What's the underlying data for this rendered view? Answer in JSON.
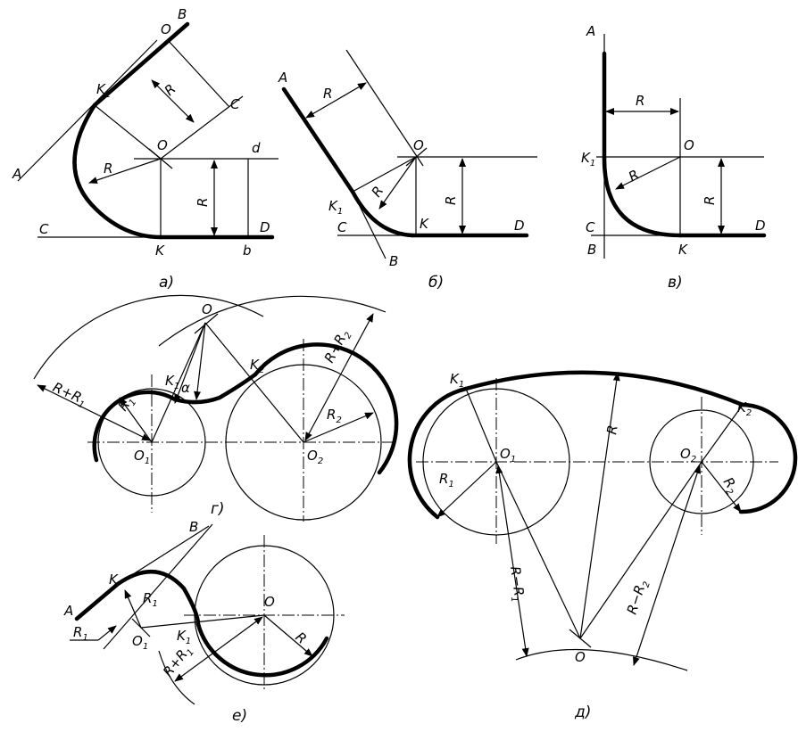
{
  "panels": {
    "a": {
      "caption": "а)",
      "labels": {
        "B": "B",
        "O_top": "O",
        "K1": "K",
        "K1_sub": "1",
        "R_diag": "R",
        "C_right": "C",
        "A": "A",
        "O": "O",
        "d": "d",
        "R_left": "R",
        "R_vert": "R",
        "C": "C",
        "D": "D",
        "K": "K",
        "b": "b"
      }
    },
    "b": {
      "caption": "б)",
      "labels": {
        "A": "A",
        "R": "R",
        "O": "O",
        "R_inner": "R",
        "R_vert": "R",
        "K1": "K",
        "K1_sub": "1",
        "C": "C",
        "K": "K",
        "D": "D",
        "B": "B"
      }
    },
    "v": {
      "caption": "в)",
      "labels": {
        "A": "A",
        "R_h": "R",
        "O": "O",
        "K1": "K",
        "K1_sub": "1",
        "R_inner": "R",
        "R_vert": "R",
        "C": "C",
        "B": "B",
        "K": "K",
        "D": "D"
      }
    },
    "g": {
      "caption": "г)",
      "labels": {
        "O": "O",
        "RR1": "R+R",
        "RR1_sub": "1",
        "RR2": "R+R",
        "RR2_sub": "2",
        "K1": "K",
        "K1_sub": "1",
        "alpha": "α",
        "K2": "K",
        "K2_sub": "2",
        "R1": "R",
        "R1_sub": "1",
        "R2": "R",
        "R2_sub": "2",
        "O1": "O",
        "O1_sub": "1",
        "O2": "O",
        "O2_sub": "2"
      }
    },
    "d": {
      "caption": "д)",
      "labels": {
        "K1": "K",
        "K1_sub": "1",
        "K2": "K",
        "K2_sub": "2",
        "R": "R",
        "O1": "O",
        "O1_sub": "1",
        "O2": "O",
        "O2_sub": "2",
        "R1": "R",
        "R1_sub": "1",
        "R2": "R",
        "R2_sub": "2",
        "RmR1": "R−R",
        "RmR1_sub": "1",
        "RmR2": "R−R",
        "RmR2_sub": "2",
        "O": "O"
      }
    },
    "e": {
      "caption": "е)",
      "labels": {
        "B": "B",
        "K": "K",
        "A": "A",
        "R1_top": "R",
        "R1_top_sub": "1",
        "O": "O",
        "R1_left": "R",
        "R1_left_sub": "1",
        "O1": "O",
        "O1_sub": "1",
        "K1": "K",
        "K1_sub": "1",
        "R": "R",
        "RR1": "R+R",
        "RR1_sub": "1"
      }
    }
  }
}
